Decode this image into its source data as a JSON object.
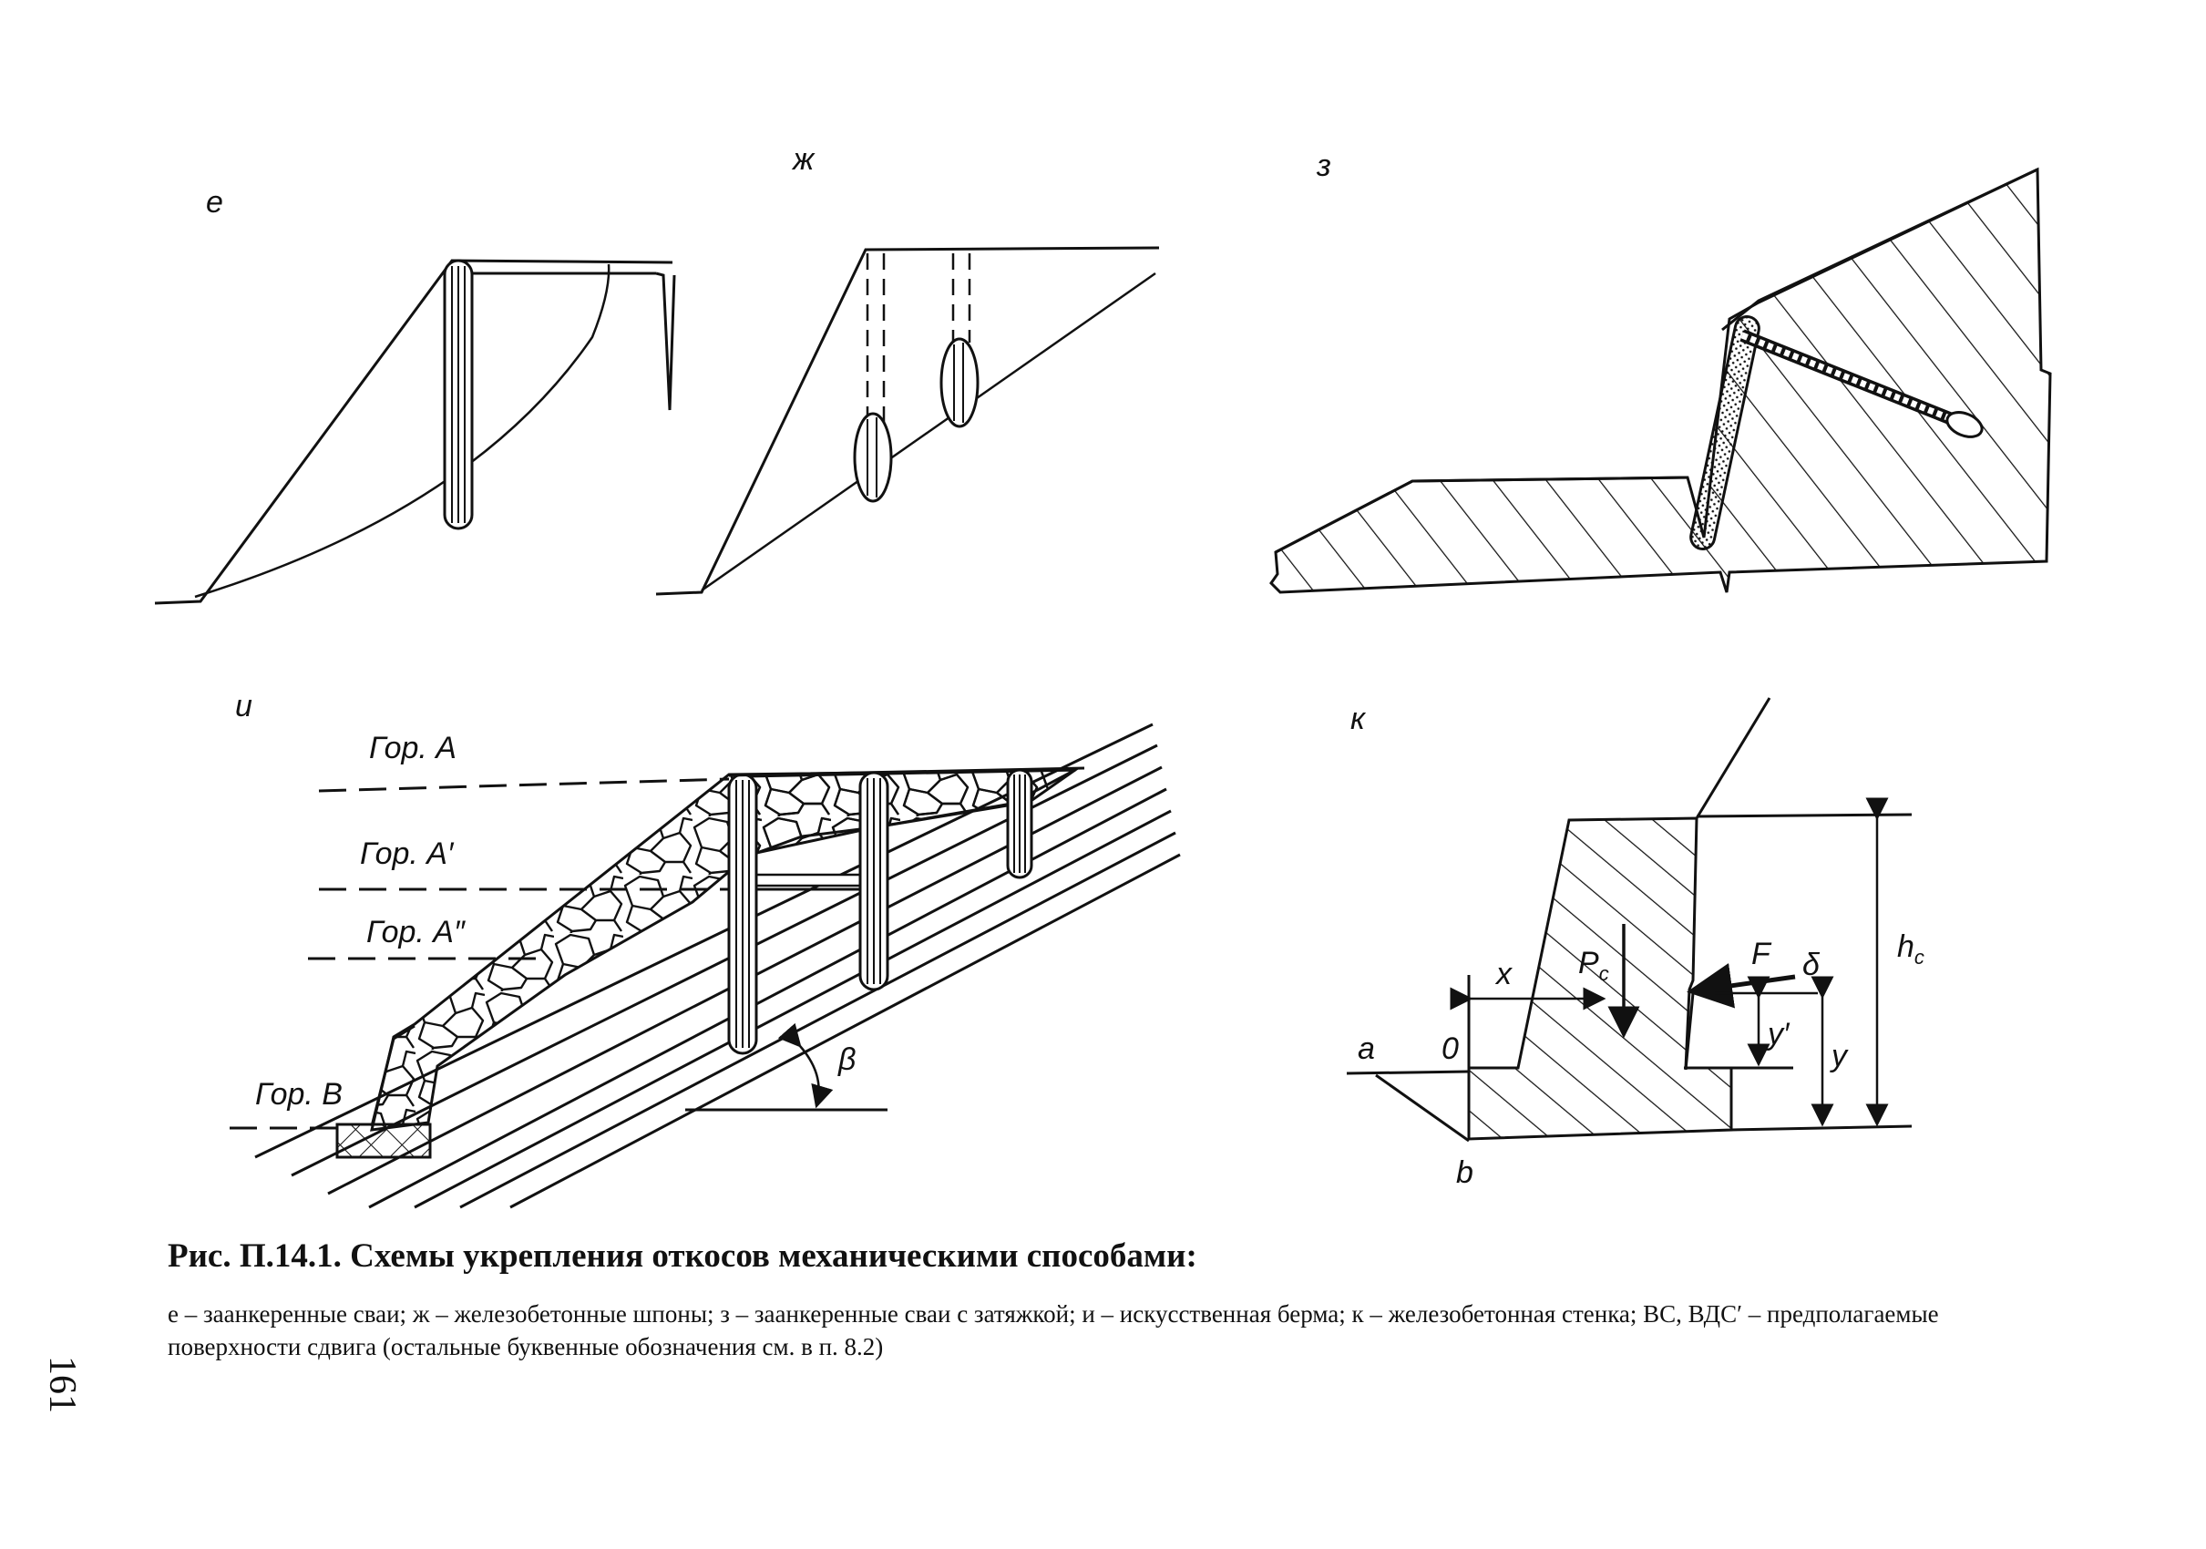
{
  "panels": {
    "e": "е",
    "zh": "ж",
    "z": "з",
    "i": "и",
    "k": "к"
  },
  "berm_levels": {
    "a": "Гор. А",
    "a1": "Гор. А′",
    "a2": "Гор. А″",
    "b": "Гор. В"
  },
  "angle": "β",
  "wall": {
    "x": "x",
    "pc": "P",
    "pc_sub": "c",
    "f": "F",
    "delta": "δ",
    "hc": "h",
    "hc_sub": "c",
    "a": "a",
    "zero": "0",
    "b": "b",
    "y_prime": "y′",
    "y": "y"
  },
  "caption": {
    "title": "Рис. П.14.1. Схемы укрепления откосов механическими способами:",
    "text": "е – заанкеренные сваи; ж – железобетонные шпоны; з – заанкеренные сваи с затяжкой; и – искусственная берма; к – железобетонная стенка; ВС, ВДС′ – предполагаемые поверхности сдвига (остальные буквенные обозначения см. в п. 8.2)"
  },
  "page_number": "161"
}
